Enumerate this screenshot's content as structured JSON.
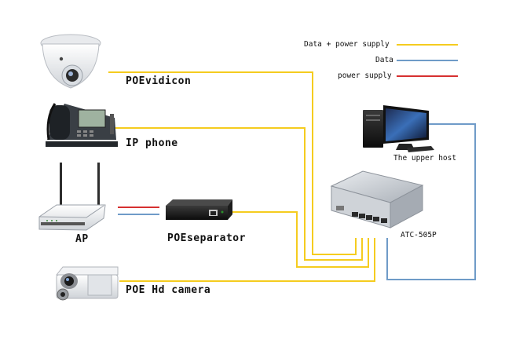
{
  "legend": {
    "items": [
      {
        "label": "Data + power supply",
        "color": "#f5cc1f"
      },
      {
        "label": "Data",
        "color": "#6f9bc8"
      },
      {
        "label": "power supply",
        "color": "#d63030"
      }
    ]
  },
  "devices": {
    "poe_camera": {
      "label": "POEvidicon",
      "icon": "dome-camera-icon"
    },
    "ip_phone": {
      "label": "IP phone",
      "icon": "desk-phone-icon"
    },
    "ap": {
      "label": "AP",
      "icon": "wireless-router-icon"
    },
    "separator": {
      "label": "POEseparator",
      "icon": "poe-separator-box-icon"
    },
    "hd_camera": {
      "label": "POE Hd camera",
      "icon": "bullet-camera-icon"
    },
    "host": {
      "label": "The upper host",
      "icon": "desktop-computer-icon"
    },
    "switch": {
      "label": "ATC-505P",
      "icon": "poe-switch-icon"
    }
  },
  "colors": {
    "data_power": "#f5cc1f",
    "data": "#6f9bc8",
    "power": "#d63030"
  }
}
